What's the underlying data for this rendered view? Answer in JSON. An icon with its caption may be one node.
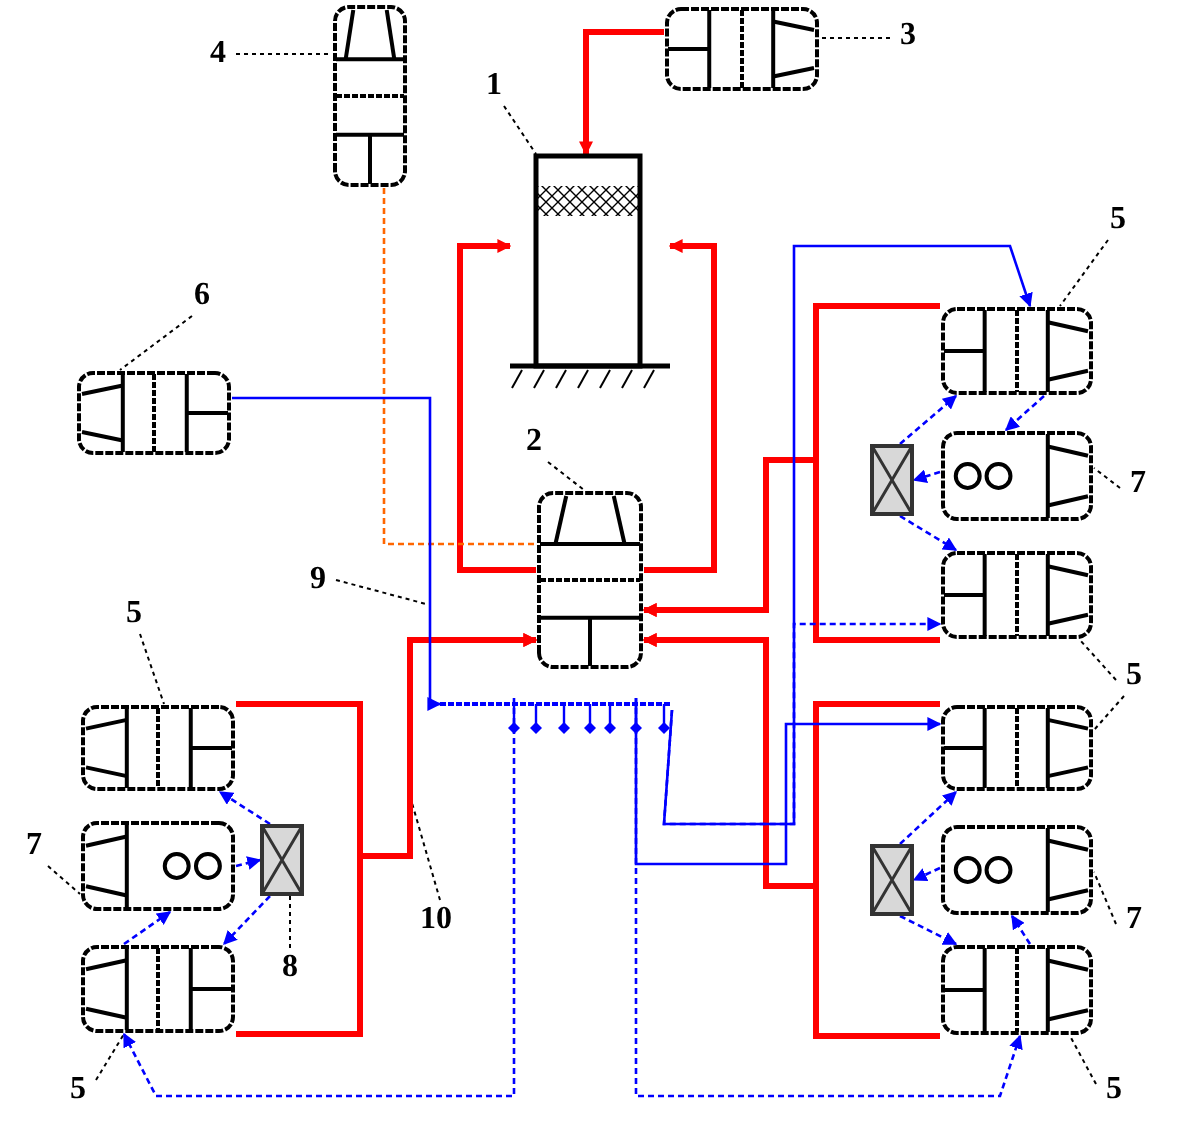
{
  "diagram": {
    "nodes": [
      {
        "text": [
          "1"
        ]
      },
      {
        "text": [],
        "shape": "box"
      },
      {
        "text": [
          "2"
        ]
      },
      {
        "text": [],
        "shape": "box"
      },
      {
        "text": [
          "3"
        ]
      },
      {
        "text": [],
        "shape": "box"
      },
      {
        "text": [
          "4"
        ]
      },
      {
        "text": [],
        "shape": "box"
      },
      {
        "text": [
          "6"
        ]
      },
      {
        "text": [],
        "shape": "box"
      },
      {
        "text": [
          "5"
        ]
      },
      {
        "text": [],
        "shape": "box"
      },
      {
        "text": [],
        "shape": "box"
      },
      {
        "text": [
          "7"
        ]
      },
      {
        "text": [],
        "shape": "box"
      },
      {
        "text": [
          "5"
        ]
      },
      {
        "text": [],
        "shape": "box"
      },
      {
        "text": [],
        "shape": "box"
      },
      {
        "text": [
          "7"
        ]
      },
      {
        "text": [],
        "shape": "box"
      },
      {
        "text": [
          "5"
        ]
      },
      {
        "text": [
          "5"
        ]
      },
      {
        "text": [],
        "shape": "box"
      },
      {
        "text": [
          "7"
        ]
      },
      {
        "text": [],
        "shape": "box"
      },
      {
        "text": [],
        "shape": "box"
      },
      {
        "text": [
          "5"
        ]
      },
      {
        "text": [],
        "shape": "box"
      },
      {
        "text": [
          "8"
        ]
      },
      {
        "text": [],
        "shape": "box"
      },
      {
        "text": [],
        "shape": "box"
      },
      {
        "text": [
          "9"
        ]
      },
      {
        "text": [
          "10"
        ]
      },
      {
        "text": [],
        "shape": "bar"
      }
    ],
    "edges": [
      {
        "from": 0,
        "to": 1,
        "arrow": "none",
        "style": "dashed",
        "color": "#000000"
      },
      {
        "from": 2,
        "to": 3,
        "arrow": "none",
        "style": "dashed",
        "color": "#000000"
      },
      {
        "from": 4,
        "to": 5,
        "arrow": "none",
        "style": "dashed",
        "color": "#000000"
      },
      {
        "from": 6,
        "to": 7,
        "arrow": "none",
        "style": "dashed",
        "color": "#000000"
      },
      {
        "from": 8,
        "to": 9,
        "arrow": "none",
        "style": "dashed",
        "color": "#000000"
      },
      {
        "from": 10,
        "to": 11,
        "arrow": "none",
        "style": "dashed",
        "color": "#000000"
      },
      {
        "from": 13,
        "to": 12,
        "arrow": "none",
        "style": "dashed",
        "color": "#000000"
      },
      {
        "from": 15,
        "to": 14,
        "arrow": "none",
        "style": "dashed",
        "color": "#000000"
      },
      {
        "from": 15,
        "to": 16,
        "arrow": "none",
        "style": "dashed",
        "color": "#000000"
      },
      {
        "from": 18,
        "to": 17,
        "arrow": "none",
        "style": "dashed",
        "color": "#000000"
      },
      {
        "from": 20,
        "to": 19,
        "arrow": "none",
        "style": "dashed",
        "color": "#000000"
      },
      {
        "from": 21,
        "to": 22,
        "arrow": "none",
        "style": "dashed",
        "color": "#000000"
      },
      {
        "from": 23,
        "to": 24,
        "arrow": "none",
        "style": "dashed",
        "color": "#000000"
      },
      {
        "from": 26,
        "to": 25,
        "arrow": "none",
        "style": "dashed",
        "color": "#000000"
      },
      {
        "from": 28,
        "to": 27,
        "arrow": "none",
        "style": "dashed",
        "color": "#000000"
      },
      {
        "from": 31,
        "to": null,
        "arrow": "none",
        "style": "dashed",
        "color": "#000000"
      },
      {
        "from": 32,
        "to": null,
        "arrow": "none",
        "style": "dashed",
        "color": "#000000"
      },
      {
        "from": 5,
        "to": 1,
        "arrow": "to",
        "style": "thick",
        "color": "#ff0000"
      },
      {
        "from": 3,
        "to": 1,
        "arrow": "to",
        "style": "thick",
        "color": "#ff0000"
      },
      {
        "from": 3,
        "to": 1,
        "arrow": "to",
        "style": "thick",
        "color": "#ff0000"
      },
      {
        "from": 11,
        "to": 3,
        "arrow": "to",
        "style": "thick",
        "color": "#ff0000"
      },
      {
        "from": 14,
        "to": 3,
        "arrow": "to",
        "style": "thick",
        "color": "#ff0000"
      },
      {
        "from": 16,
        "to": 3,
        "arrow": "to",
        "style": "thick",
        "color": "#ff0000"
      },
      {
        "from": 19,
        "to": 3,
        "arrow": "to",
        "style": "thick",
        "color": "#ff0000"
      },
      {
        "from": 22,
        "to": 3,
        "arrow": "to",
        "style": "thick",
        "color": "#ff0000"
      },
      {
        "from": 25,
        "to": 3,
        "arrow": "to",
        "style": "thick",
        "color": "#ff0000"
      },
      {
        "from": 7,
        "to": 3,
        "arrow": "none",
        "style": "dashed",
        "color": "#ff6600"
      },
      {
        "from": 9,
        "to": 33,
        "arrow": "to"
      },
      {
        "from": 33,
        "to": 11,
        "arrow": "to"
      },
      {
        "from": 33,
        "to": 14,
        "arrow": "to",
        "style": "dashed"
      },
      {
        "from": 33,
        "to": 16,
        "arrow": "to"
      },
      {
        "from": 33,
        "to": 19,
        "arrow": "to",
        "style": "dashed"
      },
      {
        "from": 33,
        "to": 25,
        "arrow": "to",
        "style": "dashed"
      },
      {
        "from": 29,
        "to": 11,
        "arrow": "to",
        "style": "dashed"
      },
      {
        "from": 11,
        "to": 12,
        "arrow": "to",
        "style": "dashed"
      },
      {
        "from": 12,
        "to": 29,
        "arrow": "to",
        "style": "dashed"
      },
      {
        "from": 29,
        "to": 14,
        "arrow": "to",
        "style": "dashed"
      },
      {
        "from": 30,
        "to": 16,
        "arrow": "to",
        "style": "dashed"
      },
      {
        "from": 17,
        "to": 30,
        "arrow": "to",
        "style": "dashed"
      },
      {
        "from": 30,
        "to": 19,
        "arrow": "to",
        "style": "dashed"
      },
      {
        "from": 19,
        "to": 17,
        "arrow": "to",
        "style": "dashed"
      },
      {
        "from": 27,
        "to": 22,
        "arrow": "to",
        "style": "dashed"
      },
      {
        "from": 24,
        "to": 27,
        "arrow": "to",
        "style": "dashed"
      },
      {
        "from": 27,
        "to": 25,
        "arrow": "to",
        "style": "dashed"
      },
      {
        "from": 25,
        "to": 24,
        "arrow": "to",
        "style": "dashed"
      }
    ]
  }
}
